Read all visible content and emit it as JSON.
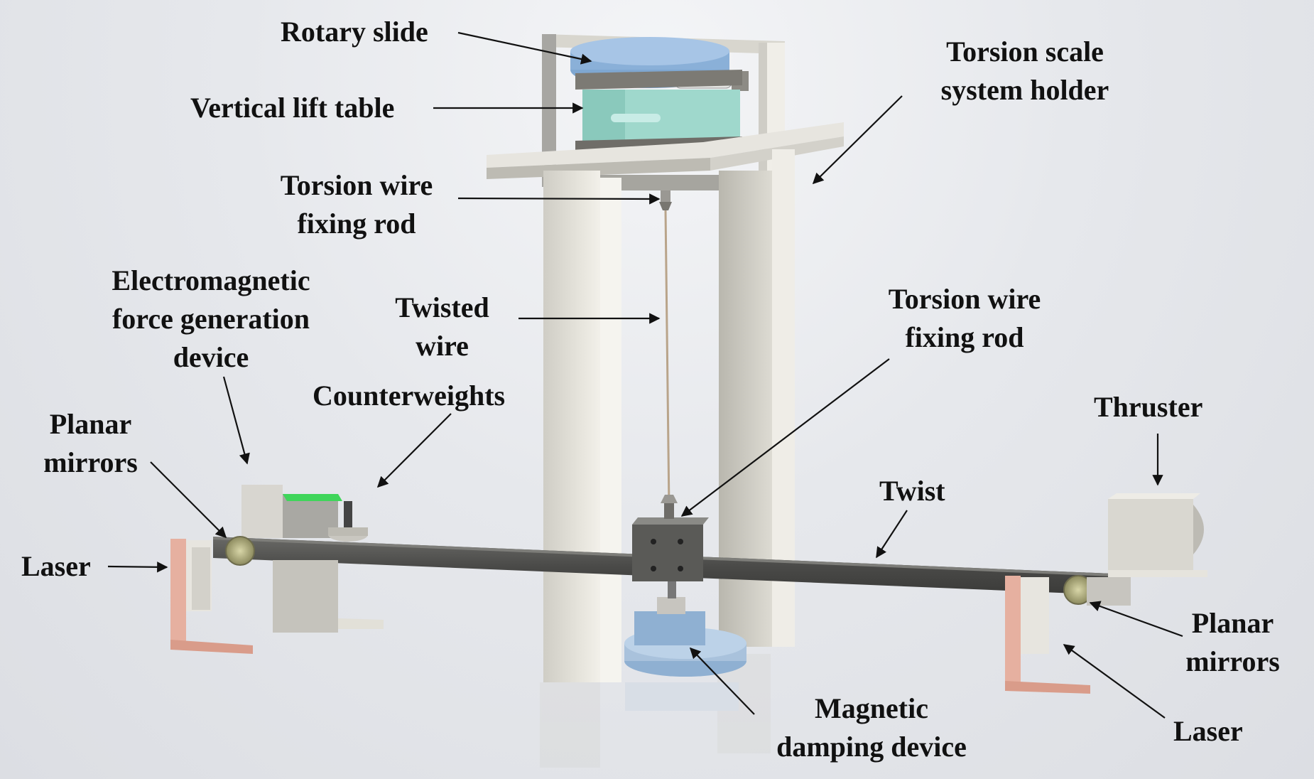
{
  "labels": {
    "rotary_slide": "Rotary slide",
    "vertical_lift_table": "Vertical lift table",
    "holder": "Torsion scale\nsystem holder",
    "fixing_rod_top": "Torsion wire\nfixing rod",
    "fixing_rod_bottom": "Torsion wire\nfixing rod",
    "em_device": "Electromagnetic\nforce generation\ndevice",
    "twisted_wire": "Twisted\nwire",
    "counterweights": "Counterweights",
    "planar_mirrors_left": "Planar\nmirrors",
    "planar_mirrors_right": "Planar\nmirrors",
    "laser_left": "Laser",
    "laser_right": "Laser",
    "thruster": "Thruster",
    "twist": "Twist",
    "magnetic_damping": "Magnetic\ndamping device"
  },
  "colors": {
    "frame": "#e2e0d8",
    "beam": "#4a4a48",
    "lift_table": "#9fd8cc",
    "rotary_slide": "#8ab0d8",
    "bracket": "#e6b0a0",
    "damping": "#a9c2dc",
    "green_pad": "#3fd55a"
  }
}
